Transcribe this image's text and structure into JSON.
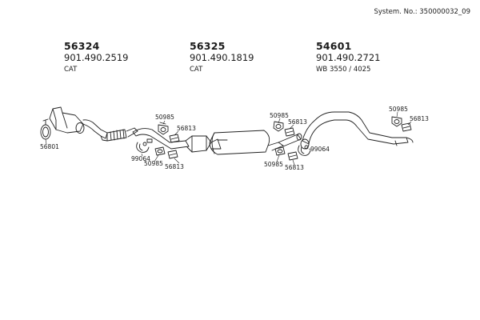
{
  "system_no": "System. No.: 350000032_09",
  "parts": [
    {
      "part_no": "56324",
      "code": "901.490.2519",
      "desc": "CAT"
    },
    {
      "part_no": "56325",
      "code": "901.490.1819",
      "desc": "CAT"
    },
    {
      "part_no": "54601",
      "code": "901.490.2721",
      "desc": "WB 3550 / 4025"
    }
  ],
  "callouts": {
    "c1": "56801",
    "c2": "50985",
    "c3": "56813",
    "c4": "99064",
    "c5": "50985",
    "c6": "56813",
    "c7": "50985",
    "c8": "56813",
    "c9": "99064",
    "c10": "50985",
    "c11": "56813",
    "c12": "50985",
    "c13": "56813"
  }
}
